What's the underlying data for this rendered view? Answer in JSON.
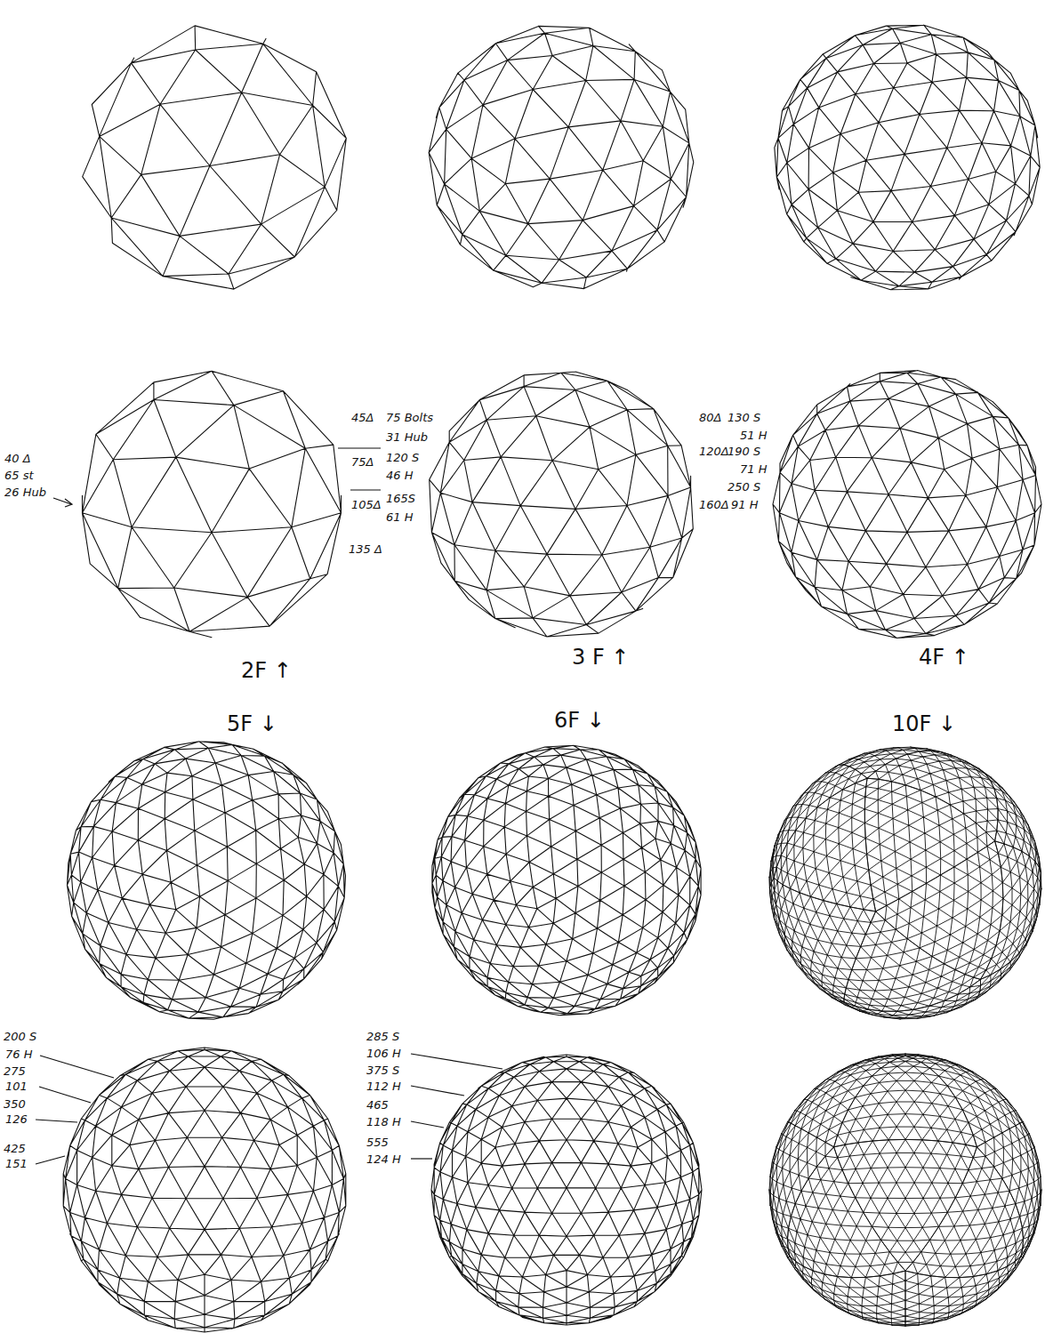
{
  "diagram": {
    "labels": [
      "40 Δ",
      "65 st",
      "26 Hub",
      "45Δ",
      "75Δ",
      "105Δ",
      "135 Δ",
      "75 Bolts",
      "31 Hub",
      "120 S",
      "46 H",
      "165S",
      "61 H",
      "80Δ",
      "130 S",
      "51 H",
      "120Δ",
      "190 S",
      "71 H",
      "250 S",
      "160Δ",
      "91 H",
      "2F ↑",
      "3 F ↑",
      "4F ↑",
      "5F ↓",
      "6F ↓",
      "10F ↓",
      "200 S",
      "76 H",
      "275",
      "101",
      "350",
      "126",
      "425",
      "151",
      "285 S",
      "106 H",
      "375 S",
      "112 H",
      "465",
      "118 H",
      "555",
      "124 H"
    ]
  }
}
